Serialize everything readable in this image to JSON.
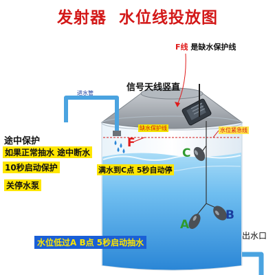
{
  "title": "发射器  水位线投放图",
  "f_line_note": {
    "prefix": "F线",
    "text": "是缺水保护线"
  },
  "antenna_label": "信号天线竖直",
  "inlet_pipe_label": "进水管",
  "low_water_line_label": "缺水保护线",
  "emergency_line_label": "水位紧急线",
  "midway_protection": {
    "heading": "途中保护",
    "line1": "如果正常抽水 途中断水",
    "line2": "10秒启动保护",
    "line3": "关停水泵"
  },
  "points": {
    "F": "F",
    "C": "C",
    "A": "A",
    "B": "B"
  },
  "full_note": "满水到C点  5秒自动停",
  "low_note": "水位低过A B点  5秒启动抽水",
  "outlet_label": "出水口",
  "colors": {
    "title": "#d31818",
    "highlight": "#ffe600",
    "water": "#6fbef0",
    "tank_roof": "#9aa0a6",
    "pipe": "#4aa3e0"
  }
}
